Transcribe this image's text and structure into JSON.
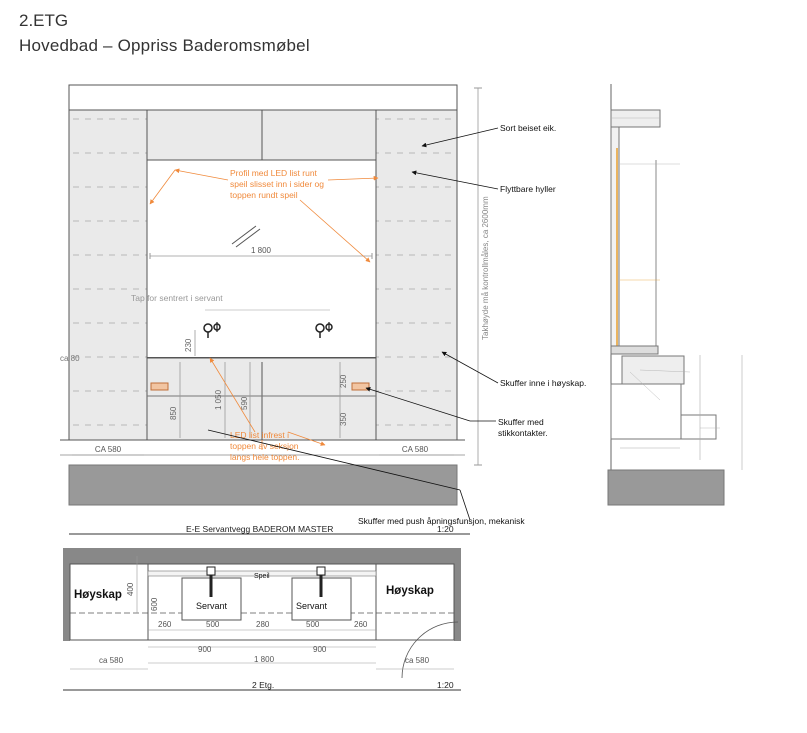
{
  "header": {
    "floor": "2.ETG",
    "subtitle": "Hovedbad – Oppriss Baderomsmøbel"
  },
  "elevation": {
    "title": "E-E Servantvegg BADEROM MASTER",
    "scale": "1:20",
    "dim_mirror_width": "1 800",
    "tap_note": "Tap for sentrert i servant",
    "dim_ca580_left": "CA 580",
    "dim_ca580_right": "CA 580",
    "dim_ca80": "ca 80",
    "dim_230": "230",
    "dim_250": "250",
    "dim_350": "350",
    "dim_1050": "1 050",
    "dim_590": "590",
    "dim_850": "850",
    "ceiling_note": "Takhøyde må kontrollmåles, ca 2600mm",
    "orange_note_1": [
      "Profil med LED list runt",
      "speil slisset inn i sider og",
      "toppen rundt speil"
    ],
    "orange_note_2": [
      "LED list infrest i",
      "toppen av seksjon",
      "langs hele toppen."
    ],
    "callouts": [
      {
        "label": [
          "Sort beiset eik."
        ]
      },
      {
        "label": [
          "Flyttbare hyller"
        ]
      },
      {
        "label": [
          "Skuffer inne i høyskap."
        ]
      },
      {
        "label": [
          "Skuffer med",
          "stikkontakter."
        ]
      },
      {
        "label": [
          "Skuffer med push åpningsfunsjon, mekanisk"
        ]
      }
    ]
  },
  "plan": {
    "title": "2 Etg.",
    "scale": "1:20",
    "left_cabinet": "Høyskap",
    "right_cabinet": "Høyskap",
    "sink_left": "Servant",
    "sink_right": "Servant",
    "mirror_label": "Speil",
    "dims_top": [
      "260",
      "500",
      "280",
      "500",
      "260"
    ],
    "dims_mid": [
      "900",
      "900"
    ],
    "dim_total": "1 800",
    "dim_ca580_left": "ca 580",
    "dim_ca580_right": "ca 580",
    "dim_400": "400",
    "dim_600": "600"
  }
}
